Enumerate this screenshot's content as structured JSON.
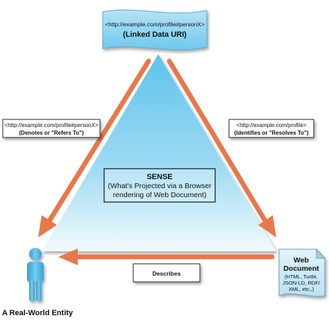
{
  "top_node": {
    "uri": "<http://example.com/profile#personX>",
    "caption": "(Linked Data URI)"
  },
  "left_edge": {
    "uri": "<http://example.com/profile#personX>",
    "caption": "(Denotes or \"Refers To\")"
  },
  "right_edge": {
    "uri": "<http://example.com/profile>",
    "caption": "(Identifies or \"Resolves To\")"
  },
  "sense": {
    "title": "SENSE",
    "line1": "(What's Projected via a Browser",
    "line2": "rendering of Web Document)"
  },
  "bottom_edge": {
    "label": "Describes"
  },
  "web_document": {
    "title1": "Web",
    "title2": "Document",
    "line1": "(HTML, Turtle,",
    "line2": "JSON-LD, RDF/",
    "line3": "XML, etc.,)"
  },
  "entity": {
    "label": "A Real-World Entity"
  },
  "colors": {
    "arrow": "#e8784a",
    "triangle_top": "#5fc3ec",
    "triangle_bottom": "#eef8fd",
    "person": "#5bb8e6",
    "flag": "#8ed2f0"
  }
}
